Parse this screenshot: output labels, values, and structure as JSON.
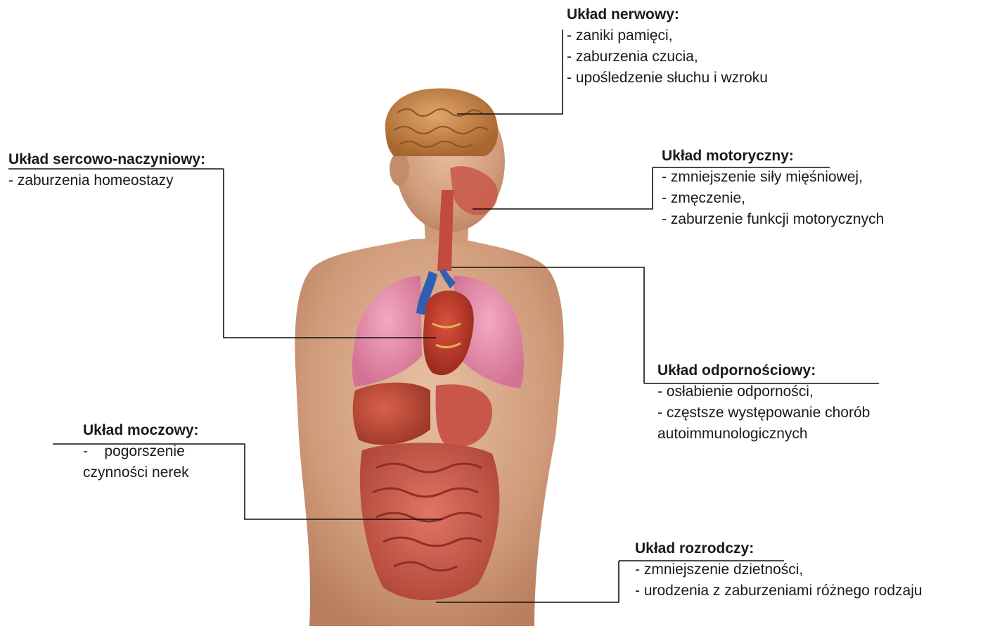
{
  "diagram": {
    "sections": [
      {
        "id": "nervous",
        "title": "Układ nerwowy:",
        "items": [
          "- zaniki pamięci,",
          "- zaburzenia czucia,",
          "- upośledzenie słuchu i wzroku"
        ]
      },
      {
        "id": "cardio",
        "title": "Układ sercowo-naczyniowy:",
        "items": [
          "- zaburzenia homeostazy"
        ]
      },
      {
        "id": "motor",
        "title": "Układ motoryczny:",
        "items": [
          "- zmniejszenie siły mięśniowej,",
          "- zmęczenie,",
          "- zaburzenie funkcji motorycznych"
        ]
      },
      {
        "id": "immune",
        "title": "Układ odpornościowy:",
        "items": [
          "- osłabienie odporności,",
          "- częstsze występowanie chorób",
          "autoimmunologicznych"
        ]
      },
      {
        "id": "urinary",
        "title": "Układ moczowy:",
        "items": [
          "-    pogorszenie",
          "czynności nerek"
        ]
      },
      {
        "id": "reproductive",
        "title": "Układ rozrodczy:",
        "items": [
          "- zmniejszenie dzietności,",
          "- urodzenia z zaburzeniami różnego rodzaju"
        ]
      }
    ]
  },
  "colors": {
    "skin": "#d9a98a",
    "brain": "#c98a52",
    "lungs": "#e58cab",
    "heart": "#c23a2a",
    "liver": "#b8432f",
    "intestine": "#c9574a",
    "vein": "#2f5fb5",
    "line": "#111111"
  }
}
